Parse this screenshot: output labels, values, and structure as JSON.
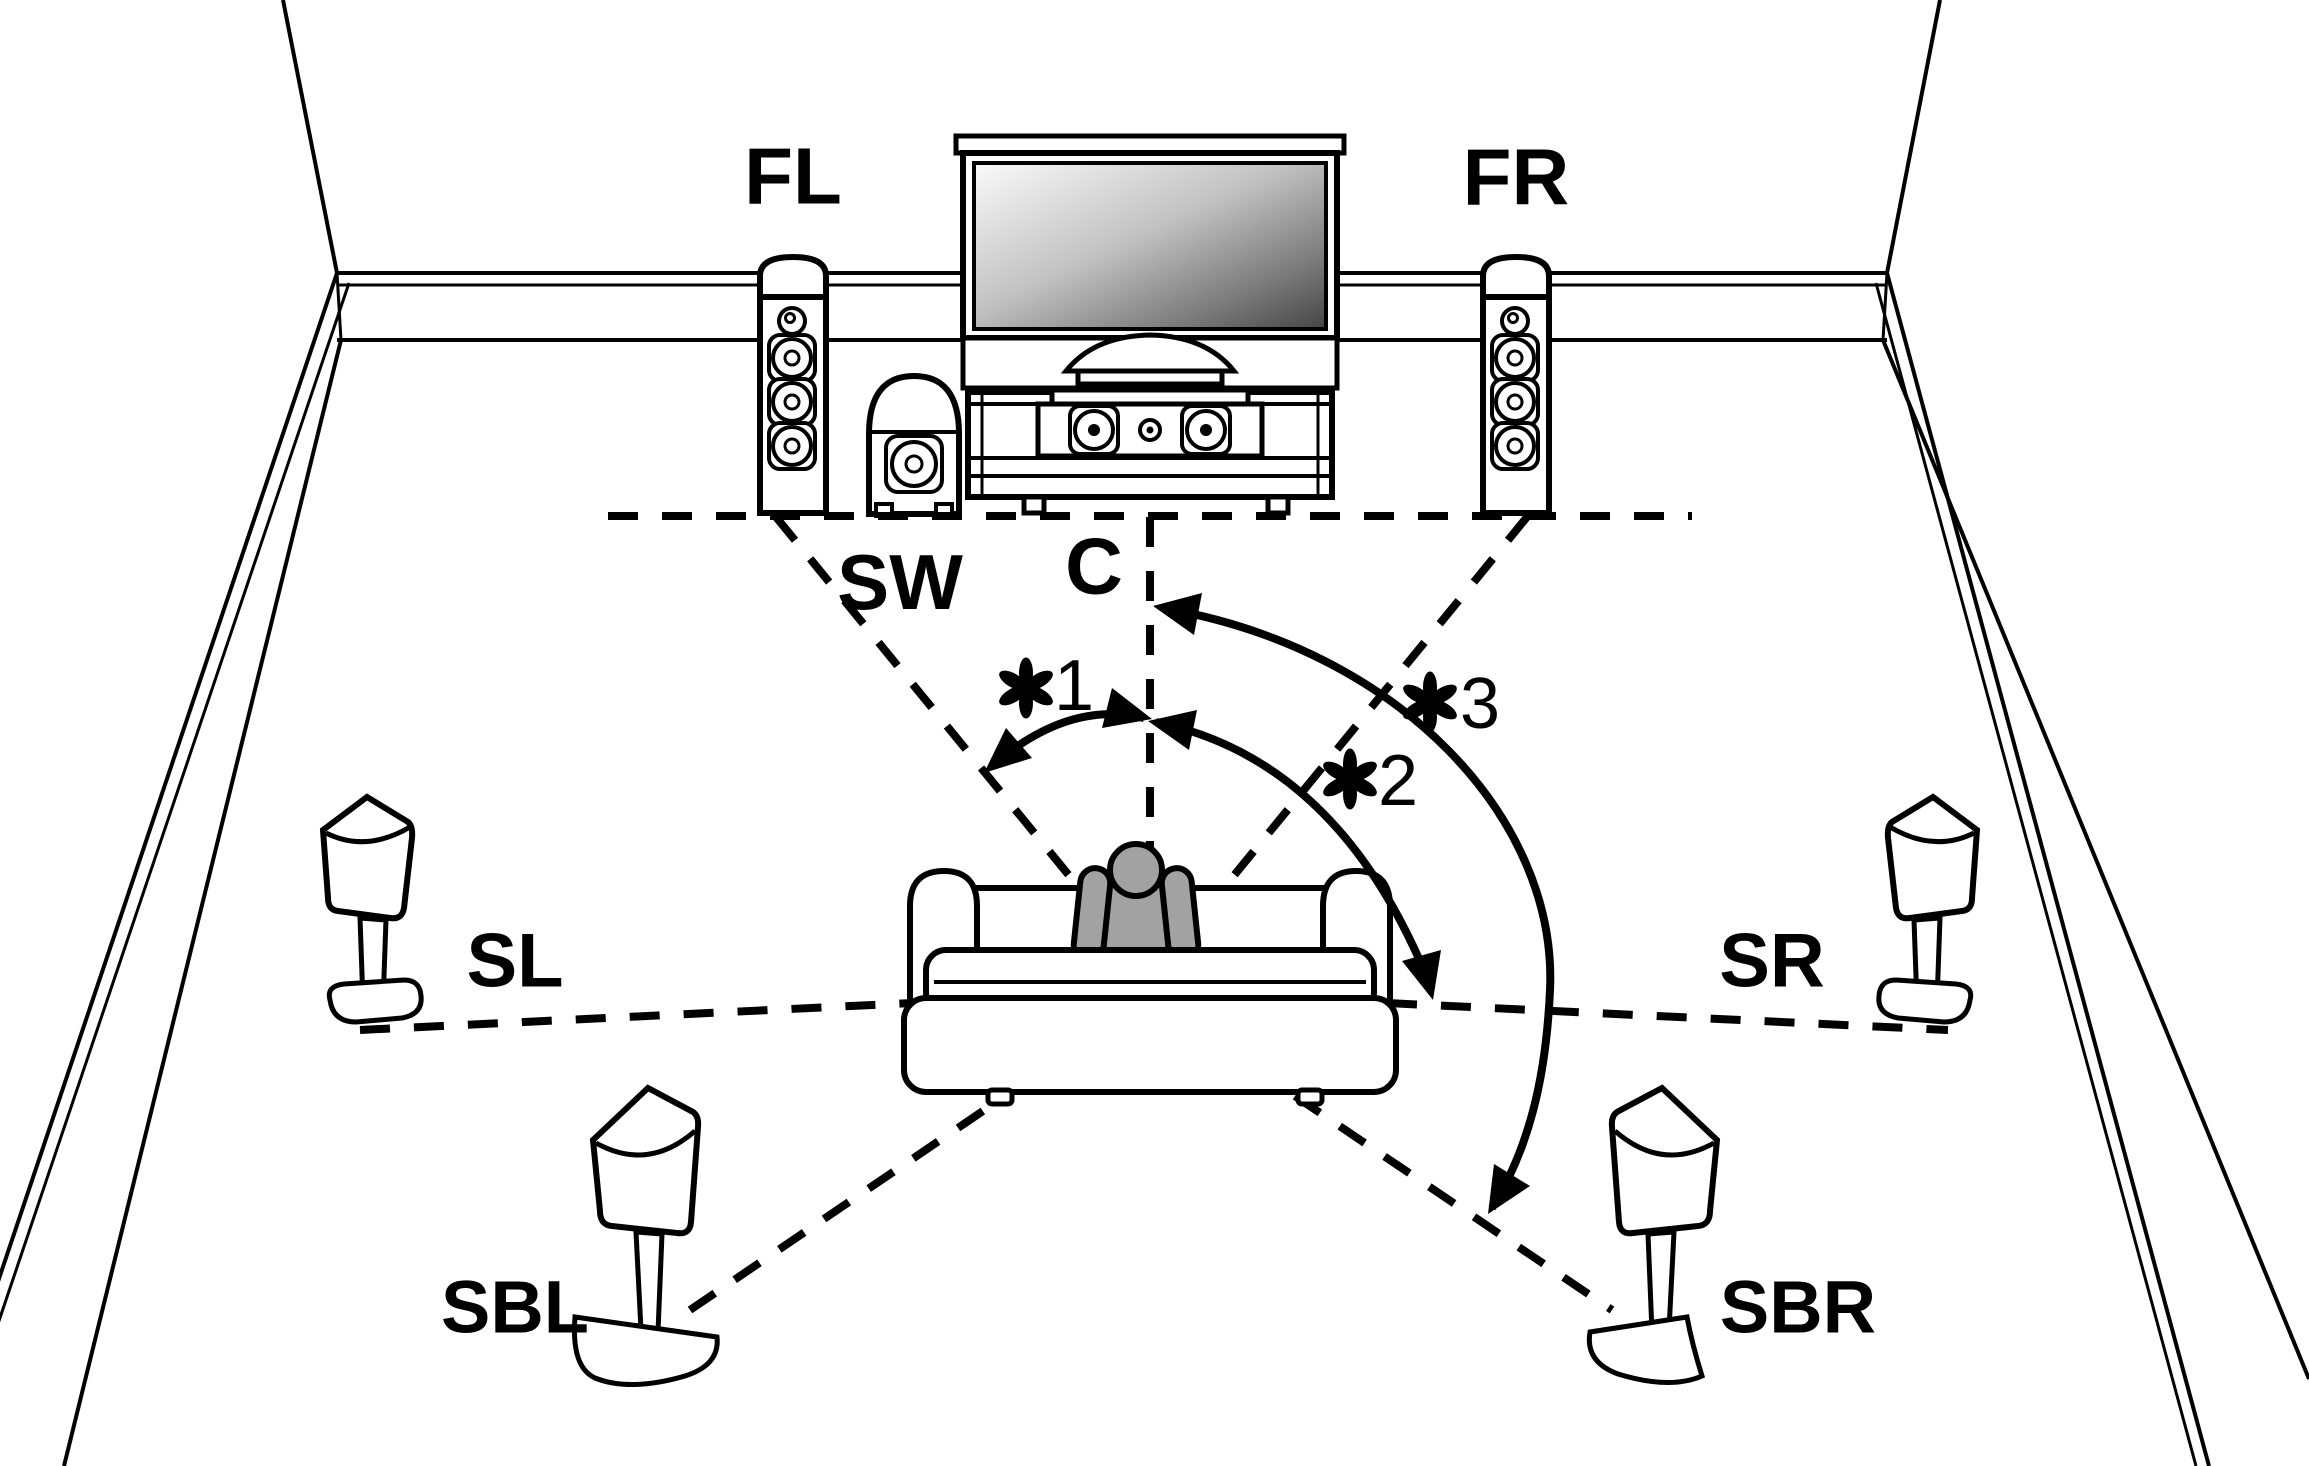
{
  "figure": {
    "type": "surround-sound-speaker-placement-diagram",
    "speaker_labels": {
      "front_left": "FL",
      "front_right": "FR",
      "center": "C",
      "subwoofer": "SW",
      "surround_left": "SL",
      "surround_right": "SR",
      "surround_back_left": "SBL",
      "surround_back_right": "SBR"
    },
    "angle_markers": [
      {
        "symbol": "✱",
        "number": "1"
      },
      {
        "symbol": "✱",
        "number": "2"
      },
      {
        "symbol": "✱",
        "number": "3"
      }
    ],
    "colors": {
      "line": "#000000",
      "background": "#ffffff",
      "person_fill": "#a2a2a2",
      "screen_gradient_start": "#fafafa",
      "screen_gradient_end": "#454545"
    }
  }
}
